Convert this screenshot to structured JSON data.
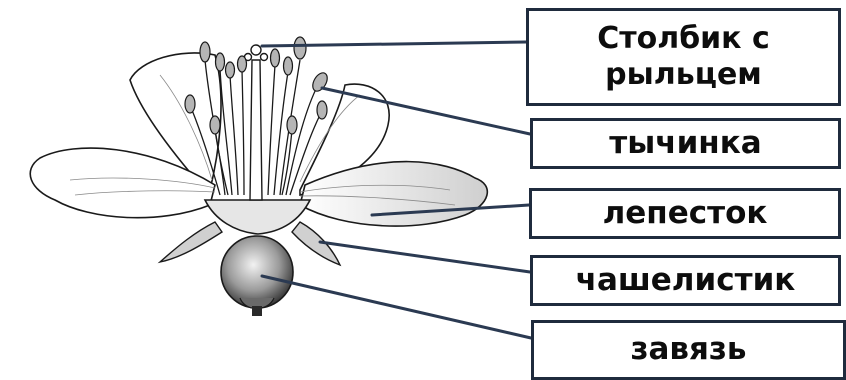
{
  "labels": {
    "stigma_style": "Столбик с рыльцем",
    "stamen": "тычинка",
    "petal": "лепесток",
    "sepal": "чашелистик",
    "ovary": "завязь"
  },
  "colors": {
    "line": "#2b3a52",
    "box_border": "#1f2b3d",
    "drawing": "#1a1a1a"
  }
}
